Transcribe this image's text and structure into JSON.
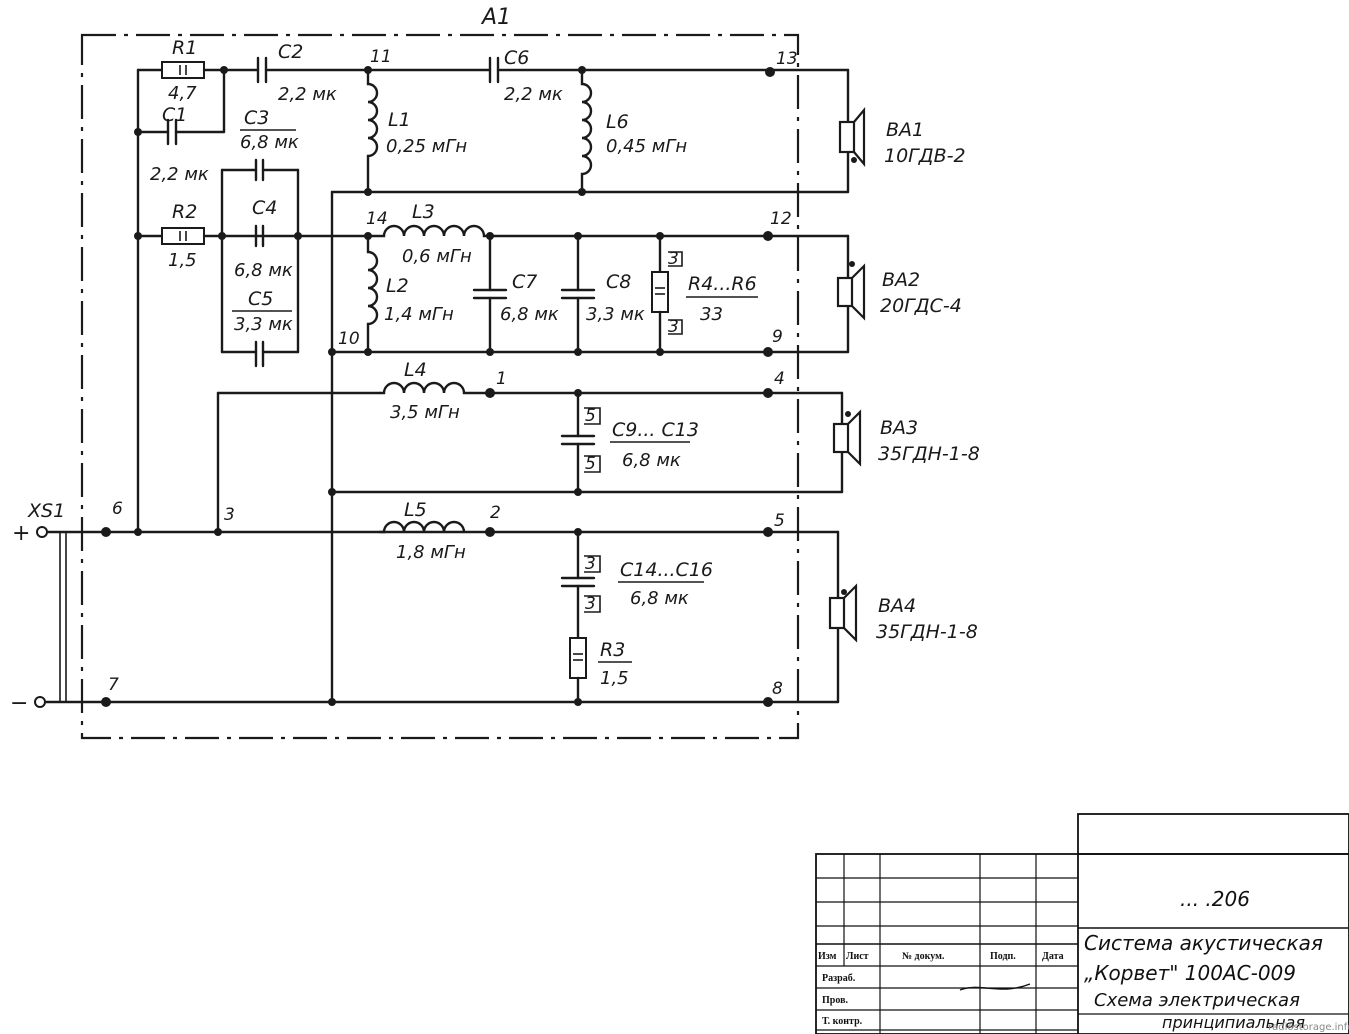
{
  "assembly": "A1",
  "connector": {
    "name": "XS1",
    "plus": "+",
    "minus": "−"
  },
  "nodes": [
    "1",
    "2",
    "3",
    "4",
    "5",
    "6",
    "7",
    "8",
    "9",
    "10",
    "11",
    "12",
    "13",
    "14"
  ],
  "resistors": {
    "R1": {
      "label": "R1",
      "value": "4,7"
    },
    "R2": {
      "label": "R2",
      "value": "1,5"
    },
    "R3": {
      "label": "R3",
      "value": "1,5"
    },
    "R4R6": {
      "label": "R4...R6",
      "value": "33",
      "count": "3"
    }
  },
  "capacitors": {
    "C1": {
      "label": "C1",
      "value": "2,2 мк"
    },
    "C2": {
      "label": "C2",
      "value": "2,2 мк"
    },
    "C3": {
      "label": "C3",
      "value": "6,8 мк"
    },
    "C4": {
      "label": "C4",
      "value": "6,8 мк"
    },
    "C5": {
      "label": "C5",
      "value": "3,3 мк"
    },
    "C6": {
      "label": "C6",
      "value": "2,2 мк"
    },
    "C7": {
      "label": "C7",
      "value": "6,8 мк"
    },
    "C8": {
      "label": "C8",
      "value": "3,3 мк"
    },
    "C9C13": {
      "label": "C9... C13",
      "value": "6,8 мк",
      "count": "5"
    },
    "C14C16": {
      "label": "C14...C16",
      "value": "6,8 мк",
      "count": "3"
    }
  },
  "inductors": {
    "L1": {
      "label": "L1",
      "value": "0,25 мГн"
    },
    "L2": {
      "label": "L2",
      "value": "1,4 мГн"
    },
    "L3": {
      "label": "L3",
      "value": "0,6 мГн"
    },
    "L4": {
      "label": "L4",
      "value": "3,5 мГн"
    },
    "L5": {
      "label": "L5",
      "value": "1,8 мГн"
    },
    "L6": {
      "label": "L6",
      "value": "0,45 мГн"
    }
  },
  "speakers": [
    {
      "ref": "BA1",
      "type": "10ГДВ-2"
    },
    {
      "ref": "BA2",
      "type": "20ГДС-4"
    },
    {
      "ref": "BA3",
      "type": "35ГДН-1-8"
    },
    {
      "ref": "BA4",
      "type": "35ГДН-1-8"
    }
  ],
  "title_block": {
    "doc_number": "... .206",
    "headers": [
      "Изм",
      "Лист",
      "№ докум.",
      "Подп.",
      "Дата"
    ],
    "rows": [
      "Разраб.",
      "Пров.",
      "Т. контр."
    ],
    "title_line1": "Система акустическая",
    "title_line2": "„Корвет\" 100АС-009",
    "title_line3": "Схема электрическая",
    "title_line4": "принципиальная",
    "watermark": "radiostorage.info"
  }
}
